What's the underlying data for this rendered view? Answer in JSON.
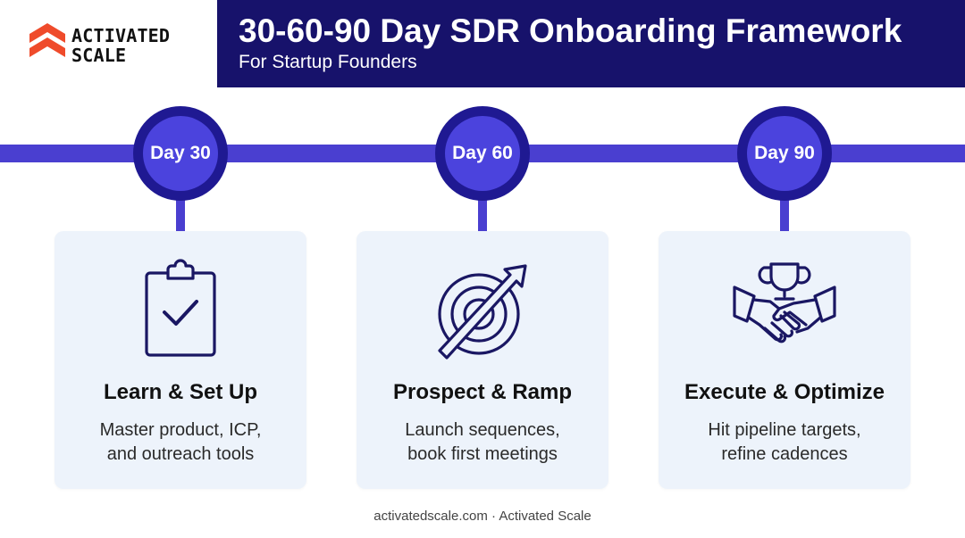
{
  "brand": {
    "name_line1": "ACTIVATED",
    "name_line2": "SCALE",
    "logo_icon": "activated-scale-chevron-logo",
    "accent_color": "#ef4b2b"
  },
  "header": {
    "title": "30-60-90 Day SDR Onboarding Framework",
    "subtitle": "For Startup Founders",
    "background_color": "#17126b"
  },
  "timeline": {
    "color": "#4a3fd0",
    "milestones": [
      {
        "label": "Day 30"
      },
      {
        "label": "Day 60"
      },
      {
        "label": "Day 90"
      }
    ]
  },
  "phases": [
    {
      "icon": "clipboard-check-icon",
      "title": "Learn & Set Up",
      "description_line1": "Master product, ICP,",
      "description_line2": "and outreach tools"
    },
    {
      "icon": "target-arrow-icon",
      "title": "Prospect & Ramp",
      "description_line1": "Launch sequences,",
      "description_line2": "book first meetings"
    },
    {
      "icon": "trophy-handshake-icon",
      "title": "Execute & Optimize",
      "description_line1": "Hit pipeline targets,",
      "description_line2": "refine cadences"
    }
  ],
  "footer": {
    "text": "activatedscale.com · Activated Scale"
  }
}
